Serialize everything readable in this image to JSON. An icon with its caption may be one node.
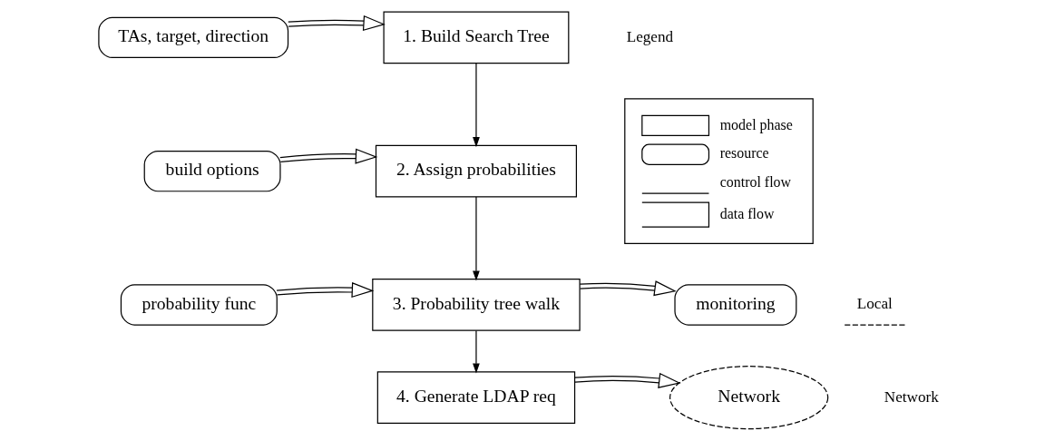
{
  "diagram": {
    "nodes": [
      {
        "text": [
          "TAs, target, direction"
        ]
      },
      {
        "text": [
          "1. Build Search Tree"
        ]
      },
      {
        "text": [
          "build options"
        ]
      },
      {
        "text": [
          "2. Assign probabilities"
        ]
      },
      {
        "text": [
          "probability func"
        ]
      },
      {
        "text": [
          "3. Probability tree walk"
        ]
      },
      {
        "text": [
          "monitoring"
        ]
      },
      {
        "text": [
          "4. Generate LDAP req"
        ]
      },
      {
        "text": [
          "Network"
        ]
      }
    ],
    "edges": [
      {
        "from": 0,
        "to": 1,
        "arrow": "to"
      },
      {
        "from": 1,
        "to": 3,
        "arrow": "to"
      },
      {
        "from": 2,
        "to": 3,
        "arrow": "to"
      },
      {
        "from": 3,
        "to": 5,
        "arrow": "to"
      },
      {
        "from": 4,
        "to": 5,
        "arrow": "to"
      },
      {
        "from": 5,
        "to": 6,
        "arrow": "to"
      },
      {
        "from": 5,
        "to": 7,
        "arrow": "to"
      },
      {
        "from": 7,
        "to": 8,
        "arrow": "to"
      }
    ],
    "labels": [
      "Legend",
      "Local",
      "Network"
    ],
    "legend": [
      {
        "text": "model phase"
      },
      {
        "text": "resource"
      },
      {
        "text": "control flow"
      },
      {
        "text": "data flow"
      }
    ]
  }
}
